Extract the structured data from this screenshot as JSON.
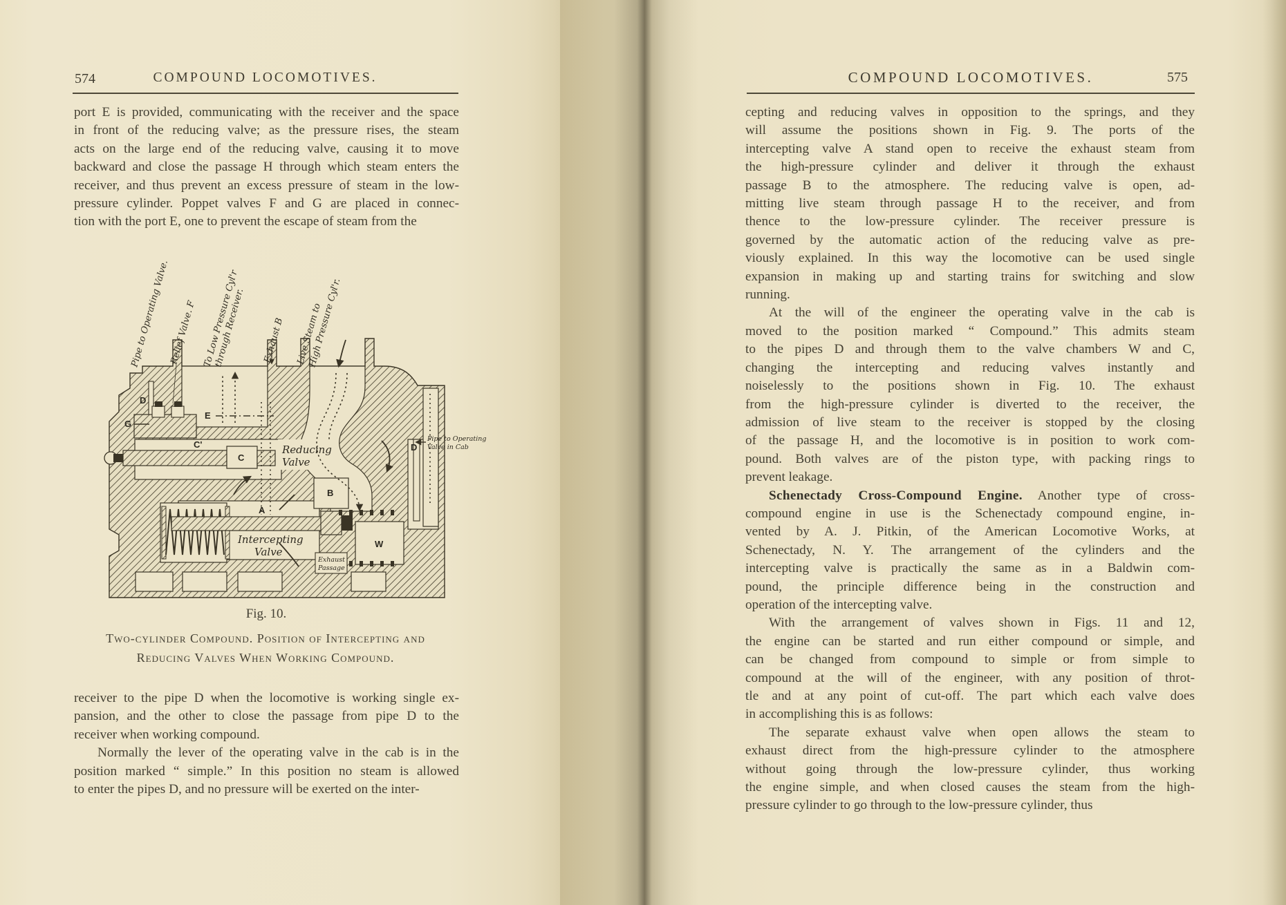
{
  "colors": {
    "paper": "#ece4c8",
    "ink": "#3b372c"
  },
  "left_page": {
    "page_number": "574",
    "running_head": "COMPOUND LOCOMOTIVES.",
    "para_top": {
      "lines": [
        "port E is provided, communicating with the receiver and the space",
        "in front of the reducing valve; as the pressure rises, the steam",
        "acts on the large end of the reducing valve, causing it to move",
        "backward and close the passage H through which steam enters the",
        "receiver, and thus prevent an excess pressure of steam in the low-",
        "pressure cylinder.  Poppet valves F and G are placed in connec-",
        "tion with the port E, one to prevent the escape of steam from the"
      ]
    },
    "figure": {
      "number_label": "Fig. 10.",
      "caption_line1": "Two-cylinder Compound.  Position of Intercepting and",
      "caption_line2": "Reducing Valves When Working Compound.",
      "rotated_labels": [
        "Pipe to Operating Valve.",
        "Relief Valve. F",
        "To Low Pressure Cyl'r",
        "through Receiver.",
        "Exhaust B",
        "Live Steam to",
        "High Pressure Cyl'r."
      ],
      "letters": {
        "d_top": "D",
        "g": "G",
        "e": "E",
        "c_prime": "C'",
        "c": "C",
        "b": "B",
        "a": "A",
        "w": "W",
        "d_right": "D"
      },
      "inner_labels": {
        "reducing_1": "Reducing",
        "reducing_2": "Valve",
        "intercepting_1": "Intercepting",
        "intercepting_2": "Valve",
        "exhaust_1": "Exhaust",
        "exhaust_2": "Passage",
        "pipe_cab_1": "Pipe to Operating",
        "pipe_cab_2": "Valve in Cab"
      }
    },
    "para_mid": {
      "lines": [
        "receiver to the pipe D when the locomotive is working single ex-",
        "pansion, and the other to close the passage from pipe D to the",
        "receiver when working compound."
      ]
    },
    "para_bottom": {
      "lines": [
        "Normally the lever of the operating valve in the cab is in the",
        "position marked “ simple.”   In this position no steam is allowed",
        "to enter the pipes D, and no pressure will be exerted on the inter-"
      ]
    }
  },
  "right_page": {
    "page_number": "575",
    "running_head": "COMPOUND LOCOMOTIVES.",
    "para_1": {
      "lines": [
        "cepting and reducing valves in opposition to the springs, and they",
        "will assume the positions shown in Fig. 9.   The ports of the",
        "intercepting valve A stand open to receive the exhaust steam from",
        "the high-pressure cylinder and deliver it through the exhaust",
        "passage B to the atmosphere.   The reducing valve is open, ad-",
        "mitting live steam through passage H to the receiver, and from",
        "thence to the low-pressure cylinder.   The receiver pressure is",
        "governed by the automatic action of the reducing valve as pre-",
        "viously explained.   In this way the locomotive can be used single",
        "expansion in making up and starting trains for switching and slow",
        "running."
      ]
    },
    "para_2": {
      "lines": [
        "At the will of the engineer the operating valve in the cab is",
        "moved to the position marked “ Compound.”   This admits steam",
        "to the pipes D and through them to the valve chambers W and C,",
        "changing the intercepting and reducing valves instantly and",
        "noiselessly to the positions shown in Fig. 10.    The exhaust",
        "from the high-pressure cylinder is diverted to the receiver, the",
        "admission of live steam to the receiver is stopped by the closing",
        "of the passage H, and the locomotive is in position to work com-",
        "pound.   Both valves are of the piston type, with packing rings to",
        "prevent leakage."
      ]
    },
    "para_3": {
      "lines": [
        {
          "b": "Schenectady Cross-Compound Engine.",
          "t": "  Another type of cross-"
        },
        "compound engine in use is the Schenectady compound engine, in-",
        "vented by A. J. Pitkin, of the American Locomotive Works, at",
        "Schenectady, N. Y.   The arrangement of the cylinders and the",
        "intercepting valve is practically the same as in a Baldwin com-",
        "pound, the principle difference being in the construction and",
        "operation of the intercepting valve."
      ]
    },
    "para_4": {
      "lines": [
        "With the arrangement of valves shown in Figs. 11 and 12,",
        "the engine can be started and run either compound or simple, and",
        "can be changed from compound to simple or from simple to",
        "compound at the will of the engineer, with any position of throt-",
        "tle and at any point of cut-off.   The part which each valve does",
        "in accomplishing this is as follows:"
      ]
    },
    "para_5": {
      "lines": [
        "The separate exhaust valve when open allows the steam to",
        "exhaust direct from the high-pressure cylinder to the atmosphere",
        "without going through the low-pressure cylinder, thus working",
        "the engine simple, and when closed causes the steam from the high-",
        "pressure cylinder to go through to the low-pressure cylinder, thus"
      ]
    }
  }
}
